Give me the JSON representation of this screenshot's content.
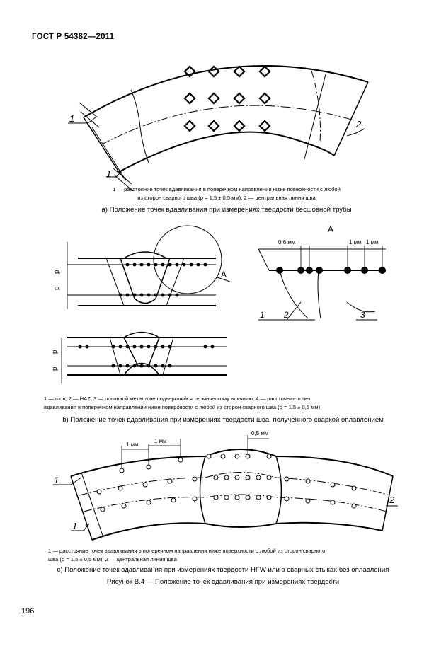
{
  "header": "ГОСТ Р 54382—2011",
  "page_number": "196",
  "panel_a": {
    "label_1": "1",
    "label_2": "2",
    "legend_line1": "1 — расстояние точек вдавливания в поперечном направлении ниже поверхности с любой",
    "legend_line2": "из сторон сварного шва (p = 1,5 ± 0,5 мм); 2 — центральная линия шва",
    "caption": "а) Положение точек вдавливания при измерениях твердости бесшовной трубы"
  },
  "panel_b": {
    "detail_label": "A",
    "detail_callout": "A",
    "dim_06": "0,6 мм",
    "dim_1mm_a": "1 мм",
    "dim_1mm_b": "1 мм",
    "dim_p": "p",
    "num_1": "1",
    "num_2": "2",
    "num_3": "3",
    "legend_line1": "1 — шов; 2 — HAZ, 3 — основной металл не подвергшийся термическому влиянию; 4 — расстояние точек",
    "legend_line2": "вдавливания в поперечном направлении ниже поверхности с любой из сторон сварного шва (p = 1,5 ± 0,5 мм)",
    "caption": "b) Положение точек вдавливания при измерениях твердости шва, полученного сваркой оплавлением"
  },
  "panel_c": {
    "dim_05": "0,5 мм",
    "dim_1mm_a": "1 мм",
    "dim_1mm_b": "1 мм",
    "label_1a": "1",
    "label_1b": "1",
    "label_2": "2",
    "legend_line1": "1 — расстояние точек вдавливания в поперечном направлении ниже поверхности с любой из сторон сварного",
    "legend_line2": "шва (p = 1,5 ± 0,5 мм); 2 — центральная линия шва",
    "caption": "с) Положение точек вдавливания при измерениях твердости HFW или в сварных стыках без оплавления"
  },
  "figure_caption": "Рисунок В.4 — Положение точек вдавливания при измерениях твердости"
}
